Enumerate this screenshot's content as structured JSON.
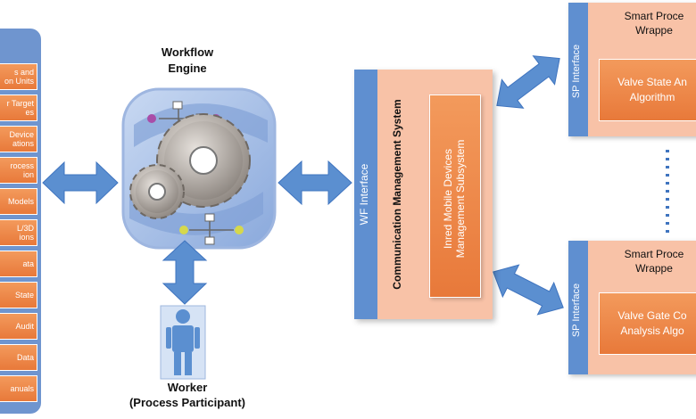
{
  "repository": {
    "title": "R]",
    "items": [
      "s and\non Units",
      "r Target\nes",
      "Device\nations",
      "rocess\nion",
      "Models",
      "L/3D\nions",
      "ata",
      "State",
      "Audit",
      "Data",
      "anuals"
    ]
  },
  "engine": {
    "title_line1": "Workflow",
    "title_line2": "Engine"
  },
  "worker": {
    "line1": "Worker",
    "line2": "(Process Participant)"
  },
  "cms": {
    "interface_label": "WF Interface",
    "title": "Communication Management System",
    "subsystem": "Inred Mobile Devices\nManagement Subsystem"
  },
  "wrappers": [
    {
      "interface_label": "SP Interface",
      "title": "Smart Proce\nWrappe",
      "algorithm": "Valve State An\nAlgorithm"
    },
    {
      "interface_label": "SP Interface",
      "title": "Smart Proce\nWrappe",
      "algorithm": "Valve Gate Co\nAnalysis Algo"
    }
  ],
  "colors": {
    "blue": "#5f8fd0",
    "orange": "#ec8443",
    "peach": "#f8c2a7",
    "arrow": "#5b8fd0"
  }
}
